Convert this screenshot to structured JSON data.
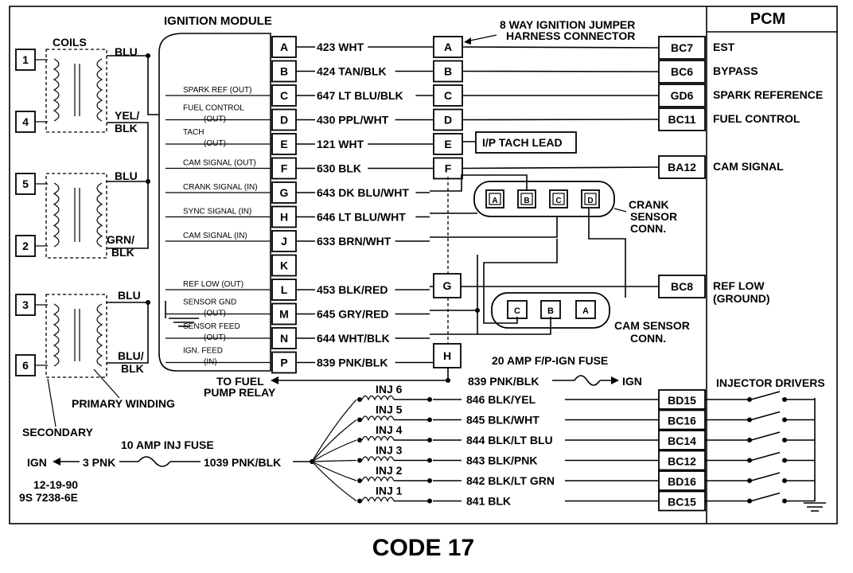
{
  "title": "CODE 17",
  "pcm_title": "PCM",
  "ignition_module": {
    "title": "IGNITION MODULE",
    "pins": [
      {
        "pin": "A",
        "wire": "423 WHT",
        "label": []
      },
      {
        "pin": "B",
        "wire": "424 TAN/BLK",
        "label": []
      },
      {
        "pin": "C",
        "wire": "647 LT BLU/BLK",
        "label": [
          "SPARK REF (OUT)"
        ]
      },
      {
        "pin": "D",
        "wire": "430 PPL/WHT",
        "label": [
          "FUEL CONTROL",
          "(OUT)"
        ]
      },
      {
        "pin": "E",
        "wire": "121 WHT",
        "label": [
          "TACH",
          "(OUT)"
        ]
      },
      {
        "pin": "F",
        "wire": "630 BLK",
        "label": [
          "CAM SIGNAL (OUT)"
        ]
      },
      {
        "pin": "G",
        "wire": "643 DK BLU/WHT",
        "label": [
          "CRANK SIGNAL (IN)"
        ]
      },
      {
        "pin": "H",
        "wire": "646 LT BLU/WHT",
        "label": [
          "SYNC SIGNAL (IN)"
        ]
      },
      {
        "pin": "J",
        "wire": "633 BRN/WHT",
        "label": [
          "CAM SIGNAL (IN)"
        ]
      },
      {
        "pin": "K",
        "wire": "",
        "label": []
      },
      {
        "pin": "L",
        "wire": "453 BLK/RED",
        "label": [
          "REF LOW (OUT)"
        ]
      },
      {
        "pin": "M",
        "wire": "645 GRY/RED",
        "label": [
          "SENSOR GND",
          "(OUT)"
        ]
      },
      {
        "pin": "N",
        "wire": "644 WHT/BLK",
        "label": [
          "SENSOR FEED",
          "(OUT)"
        ]
      },
      {
        "pin": "P",
        "wire": "839 PNK/BLK",
        "label": [
          "IGN. FEED",
          "(IN)"
        ]
      }
    ]
  },
  "jumper": {
    "title": [
      "8 WAY IGNITION JUMPER",
      "HARNESS CONNECTOR"
    ],
    "pins": [
      "A",
      "B",
      "C",
      "D",
      "E",
      "F"
    ],
    "g_pin": "G",
    "h_pin": "H",
    "ip_tach_lead": "I/P TACH LEAD"
  },
  "pcm_pins": [
    {
      "code": "BC7",
      "label": [
        "EST"
      ]
    },
    {
      "code": "BC6",
      "label": [
        "BYPASS"
      ]
    },
    {
      "code": "GD6",
      "label": [
        "SPARK REFERENCE"
      ]
    },
    {
      "code": "BC11",
      "label": [
        "FUEL CONTROL"
      ]
    },
    {
      "code": "BA12",
      "label": [
        "CAM SIGNAL"
      ]
    },
    {
      "code": "BC8",
      "label": [
        "REF LOW",
        "(GROUND)"
      ]
    }
  ],
  "coils": {
    "title": "COILS",
    "terminals": [
      "1",
      "4",
      "5",
      "2",
      "3",
      "6"
    ],
    "wire_labels": [
      "BLU",
      "YEL/",
      "BLK",
      "BLU",
      "GRN/",
      "BLK",
      "BLU",
      "BLU/",
      "BLK"
    ],
    "primary_winding": "PRIMARY WINDING",
    "secondary": "SECONDARY"
  },
  "crank_sensor": {
    "pins": [
      "A",
      "B",
      "C",
      "D"
    ],
    "label": [
      "CRANK",
      "SENSOR",
      "CONN."
    ]
  },
  "cam_sensor": {
    "pins": [
      "C",
      "B",
      "A"
    ],
    "label": [
      "CAM SENSOR",
      "CONN."
    ]
  },
  "fuel_pump": {
    "to_relay": [
      "TO FUEL",
      "PUMP RELAY"
    ],
    "wire": "839 PNK/BLK",
    "fuse": "20 AMP F/P-IGN FUSE",
    "ign": "IGN"
  },
  "injectors": {
    "title": "INJECTOR DRIVERS",
    "fuse": "10 AMP INJ FUSE",
    "ign": "IGN",
    "feed_wire_1": "3 PNK",
    "feed_wire_2": "1039 PNK/BLK",
    "rows": [
      {
        "inj": "INJ 6",
        "wire": "846 BLK/YEL",
        "pcm": "BD15"
      },
      {
        "inj": "INJ 5",
        "wire": "845 BLK/WHT",
        "pcm": "BC16"
      },
      {
        "inj": "INJ 4",
        "wire": "844 BLK/LT BLU",
        "pcm": "BC14"
      },
      {
        "inj": "INJ 3",
        "wire": "843 BLK/PNK",
        "pcm": "BC12"
      },
      {
        "inj": "INJ 2",
        "wire": "842 BLK/LT GRN",
        "pcm": "BD16"
      },
      {
        "inj": "INJ 1",
        "wire": "841 BLK",
        "pcm": "BC15"
      }
    ]
  },
  "footer": [
    "12-19-90",
    "9S 7238-6E"
  ]
}
